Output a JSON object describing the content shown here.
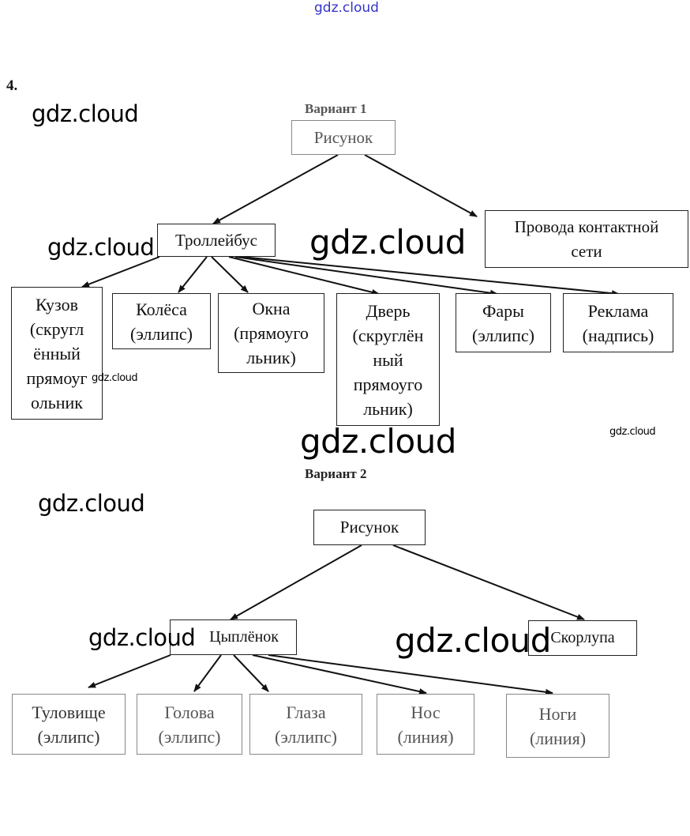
{
  "header_watermark": "gdz.cloud",
  "problem_number": "4.",
  "watermark_text": "gdz.cloud",
  "variant1": {
    "title": "Вариант 1",
    "root": "Рисунок",
    "level1": [
      "Троллейбус",
      "Провода контактной\nсети"
    ],
    "trolleybus_children": [
      "Кузов\n(скругл\nённый\nпрямоуг\nольник",
      "Колёса\n(эллипс)",
      "Окна\n(прямоуго\nльник)",
      "Дверь\n(скруглён\nный\nпрямоуго\nльник)",
      "Фары\n(эллипс)",
      "Реклама\n(надпись)"
    ]
  },
  "variant2": {
    "title": "Вариант 2",
    "root": "Рисунок",
    "level1": [
      "Цыплёнок",
      "Скорлупа"
    ],
    "chick_children": [
      "Туловище\n(эллипс)",
      "Голова\n(эллипс)",
      "Глаза\n(эллипс)",
      "Нос\n(линия)",
      "Ноги\n(линия)"
    ]
  },
  "colors": {
    "header_watermark": "#3333cc",
    "line": "#111111"
  }
}
